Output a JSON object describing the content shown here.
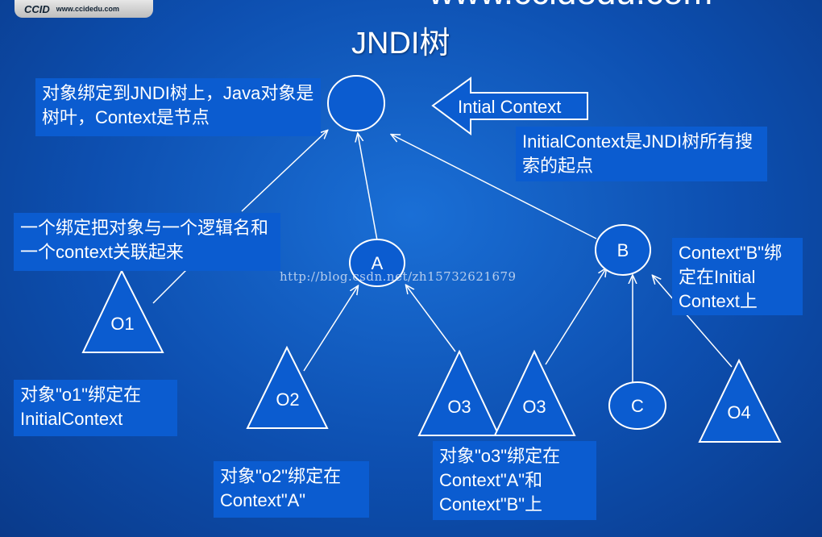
{
  "header": {
    "logo_brand": "CCID",
    "logo_url": "www.ccidedu.com",
    "url_text": "www.ccidedu.com",
    "title": "JNDI树"
  },
  "notes": {
    "binding_tree": "对象绑定到JNDI树上，Java对象是树叶，Context是节点",
    "initial_context_root": "InitialContext是JNDI树所有搜索的起点",
    "binding_name": "一个绑定把对象与一个逻辑名和一个context关联起来",
    "context_b": "Context\"B\"绑定在Initial Context上",
    "o1": "对象\"o1\"绑定在InitialContext",
    "o2": "对象\"o2\"绑定在Context\"A\"",
    "o3": "对象\"o3\"绑定在Context\"A\"和Context\"B\"上"
  },
  "nodes": {
    "initial_context_label": "Intial Context",
    "a": "A",
    "b": "B",
    "c": "C",
    "o1": "O1",
    "o2": "O2",
    "o3_left": "O3",
    "o3_right": "O3",
    "o4": "O4"
  },
  "watermark": "http://blog.csdn.net/zh15732621679",
  "colors": {
    "background": "#0d4fb0",
    "shape_fill": "#0b5cd0",
    "note_fill": "#0b5cd0",
    "stroke": "#ffffff",
    "bottom_text": "#57e04a"
  }
}
